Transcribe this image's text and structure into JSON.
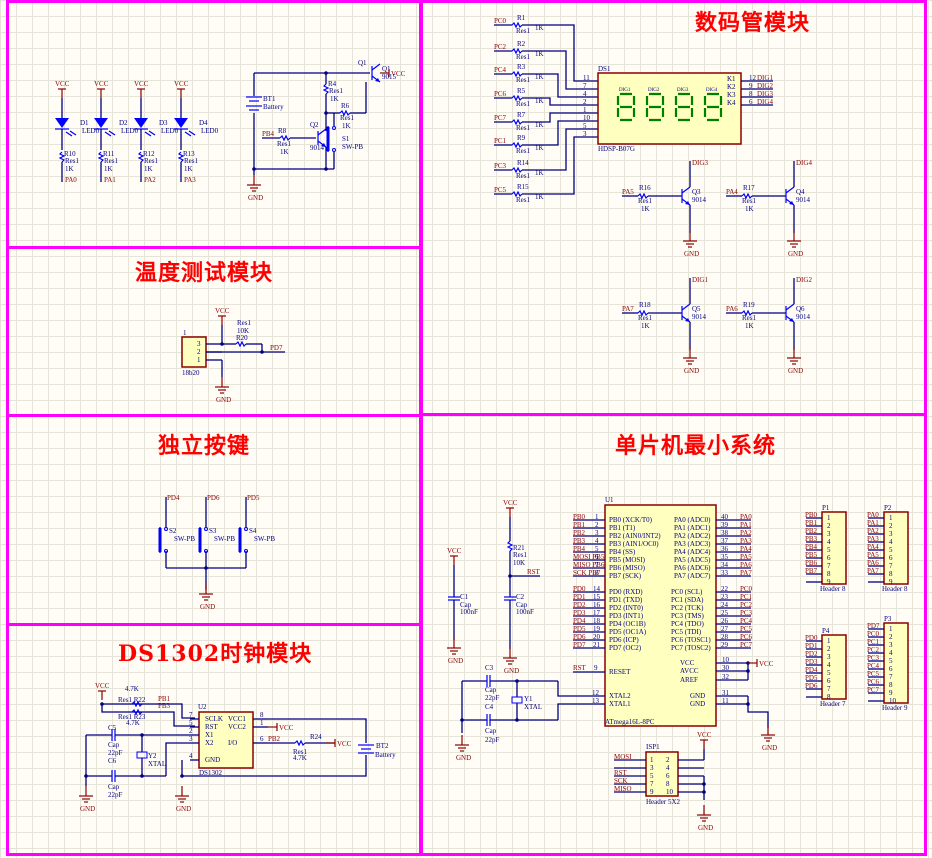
{
  "sections": {
    "led_module": {
      "title": ""
    },
    "display_module": {
      "title": "数码管模块"
    },
    "temp_module": {
      "title": "温度测试模块"
    },
    "button_module": {
      "title": "独立按键"
    },
    "clock_module": {
      "title": "DS1302时钟模块"
    },
    "mcu_module": {
      "title": "单片机最小系统"
    }
  },
  "led": {
    "vcc": "VCC",
    "items": [
      {
        "d": "D1",
        "type": "LED0",
        "r": "R10",
        "rtype": "Res1",
        "val": "1K",
        "net": "PA0"
      },
      {
        "d": "D2",
        "type": "LED0",
        "r": "R11",
        "rtype": "Res1",
        "val": "1K",
        "net": "PA1"
      },
      {
        "d": "D3",
        "type": "LED0",
        "r": "R12",
        "rtype": "Res1",
        "val": "1K",
        "net": "PA2"
      },
      {
        "d": "D4",
        "type": "LED0",
        "r": "R13",
        "rtype": "Res1",
        "val": "1K",
        "net": "PA3"
      }
    ]
  },
  "power": {
    "q1": "Q1",
    "q1type": "9015",
    "vcc": "VCC",
    "bt1": "BT1",
    "bt1type": "Battery",
    "r4": "R4",
    "r4type": "Res1",
    "r4val": "1K",
    "r6": "R6",
    "r6type": "Res1",
    "r6val": "1K",
    "r8": "R8",
    "r8type": "Res1",
    "r8val": "1K",
    "pb4": "PB4",
    "q2": "Q2",
    "q2type": "9014",
    "s1": "S1",
    "s1type": "SW-PB",
    "gnd": "GND"
  },
  "display": {
    "seg_resistors": [
      {
        "net": "PC0",
        "r": "R1",
        "pin": "11",
        "seg": "a"
      },
      {
        "net": "PC2",
        "r": "R2",
        "pin": "7",
        "seg": "b"
      },
      {
        "net": "PC4",
        "r": "R3",
        "pin": "4",
        "seg": "c"
      },
      {
        "net": "PC6",
        "r": "R5",
        "pin": "2",
        "seg": "d"
      },
      {
        "net": "PC7",
        "r": "R7",
        "pin": "1",
        "seg": "e"
      },
      {
        "net": "PC1",
        "r": "R9",
        "pin": "10",
        "seg": "f"
      },
      {
        "net": "PC3",
        "r": "R14",
        "pin": "5",
        "seg": "g"
      },
      {
        "net": "PC5",
        "r": "R15",
        "pin": "3",
        "seg": "DP"
      }
    ],
    "rtype": "Res1",
    "rval": "1K",
    "ds1": "DS1",
    "ds1type": "HDSP-B07G",
    "digits": [
      "DIG1",
      "DIG2",
      "DIG3",
      "DIG4"
    ],
    "commons": [
      {
        "k": "K1",
        "pin": "12",
        "net": "DIG1"
      },
      {
        "k": "K2",
        "pin": "9",
        "net": "DIG2"
      },
      {
        "k": "K3",
        "pin": "8",
        "net": "DIG3"
      },
      {
        "k": "K4",
        "pin": "6",
        "net": "DIG4"
      }
    ],
    "drivers": [
      {
        "net": "PA5",
        "r": "R16",
        "q": "Q3",
        "dig": "DIG3"
      },
      {
        "net": "PA4",
        "r": "R17",
        "q": "Q4",
        "dig": "DIG4"
      },
      {
        "net": "PA7",
        "r": "R18",
        "q": "Q5",
        "dig": "DIG1"
      },
      {
        "net": "PA6",
        "r": "R19",
        "q": "Q6",
        "dig": "DIG2"
      }
    ],
    "qtype": "9014",
    "gnd": "GND"
  },
  "temp": {
    "vcc": "VCC",
    "rtype": "Res1",
    "rval": "10K",
    "r": "R20",
    "net": "PD7",
    "pins": [
      "3",
      "2",
      "1"
    ],
    "pin_top": "1",
    "part": "18b20",
    "gnd": "GND"
  },
  "buttons": {
    "items": [
      {
        "net": "PD4",
        "s": "S2",
        "type": "SW-PB"
      },
      {
        "net": "PD6",
        "s": "S3",
        "type": "SW-PB"
      },
      {
        "net": "PD5",
        "s": "S4",
        "type": "SW-PB"
      }
    ],
    "gnd": "GND"
  },
  "clock": {
    "vcc": "VCC",
    "r22val": "4.7K",
    "r22": "Res1 R22",
    "r23": "Res1 R23",
    "r23val": "4.7K",
    "pb1": "PB1",
    "pb3": "PB3",
    "u2": "U2",
    "u2type": "DS1302",
    "left_pins": [
      {
        "n": "7",
        "l": "SCLK"
      },
      {
        "n": "5",
        "l": "RST"
      },
      {
        "n": "2",
        "l": "X1"
      },
      {
        "n": "3",
        "l": "X2"
      },
      {
        "n": "4",
        "l": "GND"
      }
    ],
    "right_pins": [
      {
        "n": "8",
        "l": "VCC1"
      },
      {
        "n": "1",
        "l": "VCC2"
      },
      {
        "n": "6",
        "l": "I/O"
      }
    ],
    "c5": "C5",
    "c6": "C6",
    "ctype": "Cap",
    "cval": "22pF",
    "y2": "Y2",
    "y2type": "XTAL",
    "pb2": "PB2",
    "r24": "R24",
    "r24type": "Res1",
    "r24val": "4.7K",
    "bt2": "BT2",
    "bt2type": "Battery",
    "gnd": "GND"
  },
  "mcu": {
    "u1": "U1",
    "u1type": "ATmega16L-8PC",
    "left_b": [
      {
        "net": "PB0",
        "n": "1",
        "l": "PB0 (XCK/T0)"
      },
      {
        "net": "PB1",
        "n": "2",
        "l": "PB1 (T1)"
      },
      {
        "net": "PB2",
        "n": "3",
        "l": "PB2 (AIN0/INT2)"
      },
      {
        "net": "PB3",
        "n": "4",
        "l": "PB3 (AIN1/OC0)"
      },
      {
        "net": "PB4",
        "n": "5",
        "l": "PB4 (SS)"
      },
      {
        "net": "MOSI PB5",
        "n": "6",
        "l": "PB5 (MOSI)"
      },
      {
        "net": "MISO PB6",
        "n": "7",
        "l": "PB6 (MISO)"
      },
      {
        "net": "SCK PB7",
        "n": "8",
        "l": "PB7 (SCK)"
      }
    ],
    "left_d": [
      {
        "net": "PD0",
        "n": "14",
        "l": "PD0 (RXD)"
      },
      {
        "net": "PD1",
        "n": "15",
        "l": "PD1 (TXD)"
      },
      {
        "net": "PD2",
        "n": "16",
        "l": "PD2 (INT0)"
      },
      {
        "net": "PD3",
        "n": "17",
        "l": "PD3 (INT1)"
      },
      {
        "net": "PD4",
        "n": "18",
        "l": "PD4 (OC1B)"
      },
      {
        "net": "PD5",
        "n": "19",
        "l": "PD5 (OC1A)"
      },
      {
        "net": "PD6",
        "n": "20",
        "l": "PD6 (ICP)"
      },
      {
        "net": "PD7",
        "n": "21",
        "l": "PD7 (OC2)"
      }
    ],
    "right_a": [
      {
        "net": "PA0",
        "n": "40",
        "l": "PA0 (ADC0)"
      },
      {
        "net": "PA1",
        "n": "39",
        "l": "PA1 (ADC1)"
      },
      {
        "net": "PA2",
        "n": "38",
        "l": "PA2 (ADC2)"
      },
      {
        "net": "PA3",
        "n": "37",
        "l": "PA3 (ADC3)"
      },
      {
        "net": "PA4",
        "n": "36",
        "l": "PA4 (ADC4)"
      },
      {
        "net": "PA5",
        "n": "35",
        "l": "PA5 (ADC5)"
      },
      {
        "net": "PA6",
        "n": "34",
        "l": "PA6 (ADC6)"
      },
      {
        "net": "PA7",
        "n": "33",
        "l": "PA7 (ADC7)"
      }
    ],
    "right_c": [
      {
        "net": "PC0",
        "n": "22",
        "l": "PC0 (SCL)"
      },
      {
        "net": "PC1",
        "n": "23",
        "l": "PC1 (SDA)"
      },
      {
        "net": "PC2",
        "n": "24",
        "l": "PC2 (TCK)"
      },
      {
        "net": "PC3",
        "n": "25",
        "l": "PC3 (TMS)"
      },
      {
        "net": "PC4",
        "n": "26",
        "l": "PC4 (TDO)"
      },
      {
        "net": "PC5",
        "n": "27",
        "l": "PC5 (TDI)"
      },
      {
        "net": "PC6",
        "n": "28",
        "l": "PC6 (TOSC1)"
      },
      {
        "net": "PC7",
        "n": "29",
        "l": "PC7 (TOSC2)"
      }
    ],
    "reset": {
      "net": "RST",
      "n": "9",
      "l": "RESET"
    },
    "xtal": [
      {
        "n": "12",
        "l": "XTAL2"
      },
      {
        "n": "13",
        "l": "XTAL1"
      }
    ],
    "power": [
      {
        "n": "10",
        "l": "VCC"
      },
      {
        "n": "30",
        "l": "AVCC"
      },
      {
        "n": "32",
        "l": "AREF"
      },
      {
        "n": "31",
        "l": "GND"
      },
      {
        "n": "11",
        "l": "GND"
      }
    ],
    "vcc": "VCC",
    "gnd": "GND",
    "c1": "C1",
    "c2": "C2",
    "ctype": "Cap",
    "cval": "100nF",
    "r21": "R21",
    "r21type": "Res1",
    "r21val": "10K",
    "rst": "RST",
    "c3": "C3",
    "c4": "C4",
    "c34val": "22pF",
    "y1": "Y1",
    "y1type": "XTAL",
    "isp": {
      "name": "ISP1",
      "type": "Header 5X2",
      "left": [
        "MOSI",
        "",
        "RST",
        "SCK",
        "MISO"
      ],
      "pins_l": [
        "1",
        "3",
        "5",
        "7",
        "9"
      ],
      "pins_r": [
        "2",
        "4",
        "6",
        "8",
        "10"
      ]
    },
    "headers": [
      {
        "name": "P1",
        "type": "Header 8",
        "nets": [
          "PB0",
          "PB1",
          "PB2",
          "PB3",
          "PB4",
          "PB5",
          "PB6",
          "PB7"
        ]
      },
      {
        "name": "P2",
        "type": "Header 8",
        "nets": [
          "PA0",
          "PA1",
          "PA2",
          "PA3",
          "PA4",
          "PA5",
          "PA6",
          "PA7"
        ]
      },
      {
        "name": "P4",
        "type": "Header 7",
        "nets": [
          "PD0",
          "PD1",
          "PD2",
          "PD3",
          "PD4",
          "PD5",
          "PD6"
        ]
      },
      {
        "name": "P3",
        "type": "Header 9",
        "nets": [
          "PD7",
          "PC0",
          "PC1",
          "PC2",
          "PC3",
          "PC4",
          "PC5",
          "PC6",
          "PC7"
        ]
      }
    ]
  }
}
